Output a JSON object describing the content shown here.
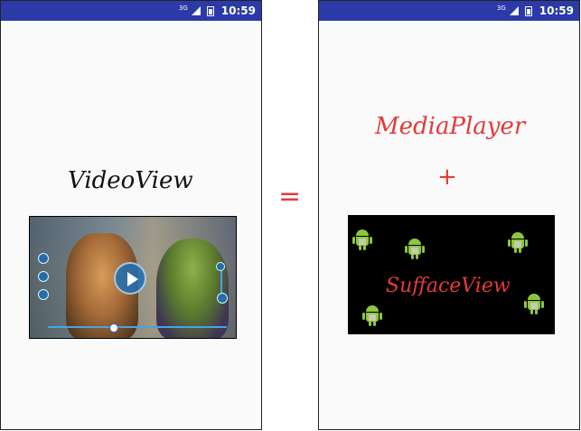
{
  "left_screen": {
    "status": {
      "network": "3G",
      "time": "10:59"
    },
    "title": "VideoView"
  },
  "operator": "=",
  "right_screen": {
    "status": {
      "network": "3G",
      "time": "10:59"
    },
    "title": "MediaPlayer",
    "plus": "+",
    "surface_label": "SuffaceView"
  },
  "colors": {
    "accent_red": "#e53a3a",
    "status_bar": "#2b3aa6",
    "android_green": "#8cc63f"
  },
  "icons": [
    "android-robot-icon",
    "play-icon",
    "signal-icon",
    "battery-icon"
  ]
}
